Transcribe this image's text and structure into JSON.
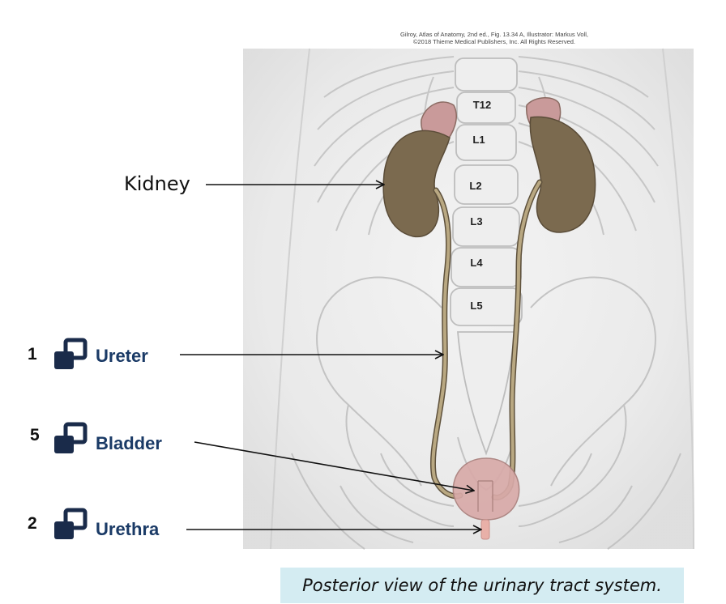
{
  "credit": {
    "line1": "Gilroy, Atlas of Anatomy, 2nd ed., Fig. 13.34 A, Illustrator: Markus Voll,",
    "line2": "©2018 Thieme Medical Publishers, Inc. All Rights Reserved."
  },
  "vertebrae": [
    "T12",
    "L1",
    "L2",
    "L3",
    "L4",
    "L5"
  ],
  "labels": {
    "kidney": "Kidney",
    "items": [
      {
        "number": "1",
        "term": "Ureter",
        "icon": "drag-handle-icon"
      },
      {
        "number": "5",
        "term": "Bladder",
        "icon": "drag-handle-icon"
      },
      {
        "number": "2",
        "term": "Urethra",
        "icon": "drag-handle-icon"
      }
    ]
  },
  "caption": "Posterior view of the urinary tract system.",
  "colors": {
    "organ": "#7b6a4f",
    "adrenal": "#c99a9a",
    "bladder": "#d8aaa8",
    "urethra": "#e8b0a8",
    "icon": "#1a2b4a",
    "term": "#1a3a66",
    "caption_bg": "#d4ecf2"
  }
}
